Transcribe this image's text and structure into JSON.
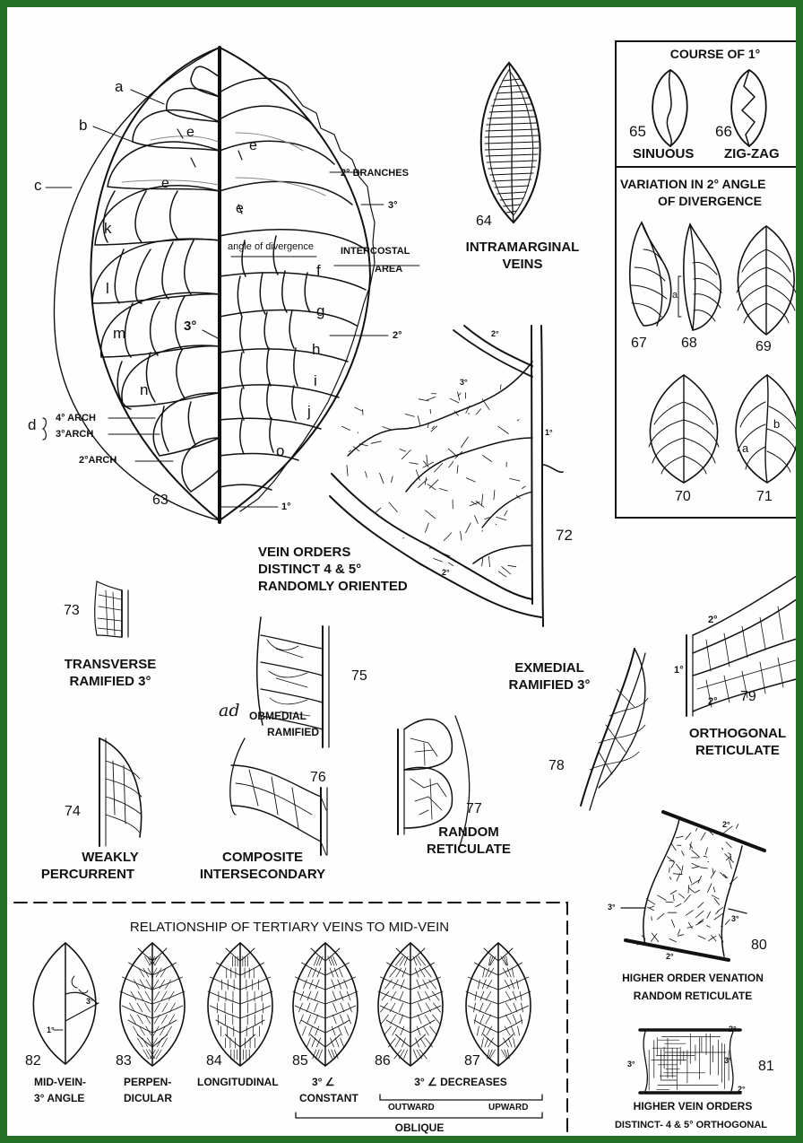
{
  "colors": {
    "border": "#256f27",
    "background": "#fefefe",
    "ink": "#111111"
  },
  "fig63": {
    "number": "63",
    "labels": {
      "a": "a",
      "b": "b",
      "c": "c",
      "k": "k",
      "l": "l",
      "m": "m",
      "n": "n",
      "d": "d",
      "e1": "e",
      "e2": "e",
      "e3": "e",
      "e4": "e",
      "f": "f",
      "g": "g",
      "h": "h",
      "i": "i",
      "j": "j",
      "o": "o",
      "arch4": "4° ARCH",
      "arch3": "3°ARCH",
      "arch2": "2°ARCH",
      "branches2": "2° BRANCHES",
      "tert": "3°",
      "angle": "angle of divergence",
      "intercostal1": "INTERCOSTAL",
      "intercostal2": "AREA",
      "tert_mid": "3°",
      "sec": "2°",
      "primary": "1°"
    }
  },
  "fig64": {
    "number": "64",
    "caption_line1": "INTRAMARGINAL",
    "caption_line2": "VEINS"
  },
  "course_box": {
    "title": "COURSE OF 1°",
    "n65": "65",
    "n66": "66",
    "sinuous": "SINUOUS",
    "zigzag": "ZIG-ZAG"
  },
  "angle_box": {
    "title_line1": "VARIATION IN 2° ANGLE",
    "title_line2": "OF DIVERGENCE",
    "n67": "67",
    "n68": "68",
    "n69": "69",
    "n70": "70",
    "n71": "71",
    "a68": "a",
    "a71": "a",
    "b71": "b"
  },
  "fig72": {
    "number": "72",
    "caption_line1": "VEIN ORDERS",
    "caption_line2": "DISTINCT 4 & 5°",
    "caption_line3": "RANDOMLY ORIENTED",
    "v2a": "2°",
    "v1": "1°",
    "v3": "3°",
    "v2b": "2°"
  },
  "fig73": {
    "number": "73",
    "caption_line1": "TRANSVERSE",
    "caption_line2": "RAMIFIED 3°"
  },
  "fig74": {
    "number": "74",
    "caption_line1": "WEAKLY",
    "caption_line2": "PERCURRENT"
  },
  "fig75": {
    "number": "75",
    "handwritten": "ad",
    "caption_line1": "OBMEDIAL",
    "caption_line2": "RAMIFIED"
  },
  "fig76": {
    "number": "76",
    "caption_line1": "COMPOSITE",
    "caption_line2": "INTERSECONDARY"
  },
  "fig77": {
    "number": "77",
    "caption_line1": "RANDOM",
    "caption_line2": "RETICULATE"
  },
  "fig78": {
    "number": "78",
    "caption_line1": "EXMEDIAL",
    "caption_line2": "RAMIFIED 3°"
  },
  "fig79": {
    "number": "79",
    "caption_line1": "ORTHOGONAL",
    "caption_line2": "RETICULATE",
    "v2a": "2°",
    "v1": "1°",
    "v2b": "2°"
  },
  "fig80": {
    "number": "80",
    "caption_line1": "HIGHER ORDER VENATION",
    "caption_line2": "RANDOM RETICULATE",
    "v2top": "2°",
    "v3left": "3°",
    "v3right": "3°",
    "v2bottom": "2°"
  },
  "fig81": {
    "number": "81",
    "caption_line1": "HIGHER VEIN ORDERS",
    "caption_line2": "DISTINCT- 4 & 5° ORTHOGONAL",
    "v2top": "2°",
    "v3left": "3°",
    "v3right": "3°",
    "v2bottom": "2°"
  },
  "relation_box": {
    "title": "RELATIONSHIP OF TERTIARY VEINS TO MID-VEIN",
    "n82": "82",
    "n83": "83",
    "n84": "84",
    "n85": "85",
    "n86": "86",
    "n87": "87",
    "l82a": "MID-VEIN-",
    "l82b": "3° ANGLE",
    "l83a": "PERPEN-",
    "l83b": "DICULAR",
    "l84": "LONGITUDINAL",
    "l85a": "3° ∠",
    "l85b": "CONSTANT",
    "decreases": "3° ∠ DECREASES",
    "outward": "OUTWARD",
    "upward": "UPWARD",
    "oblique": "OBLIQUE",
    "v1": "1°",
    "v3": "3°"
  }
}
